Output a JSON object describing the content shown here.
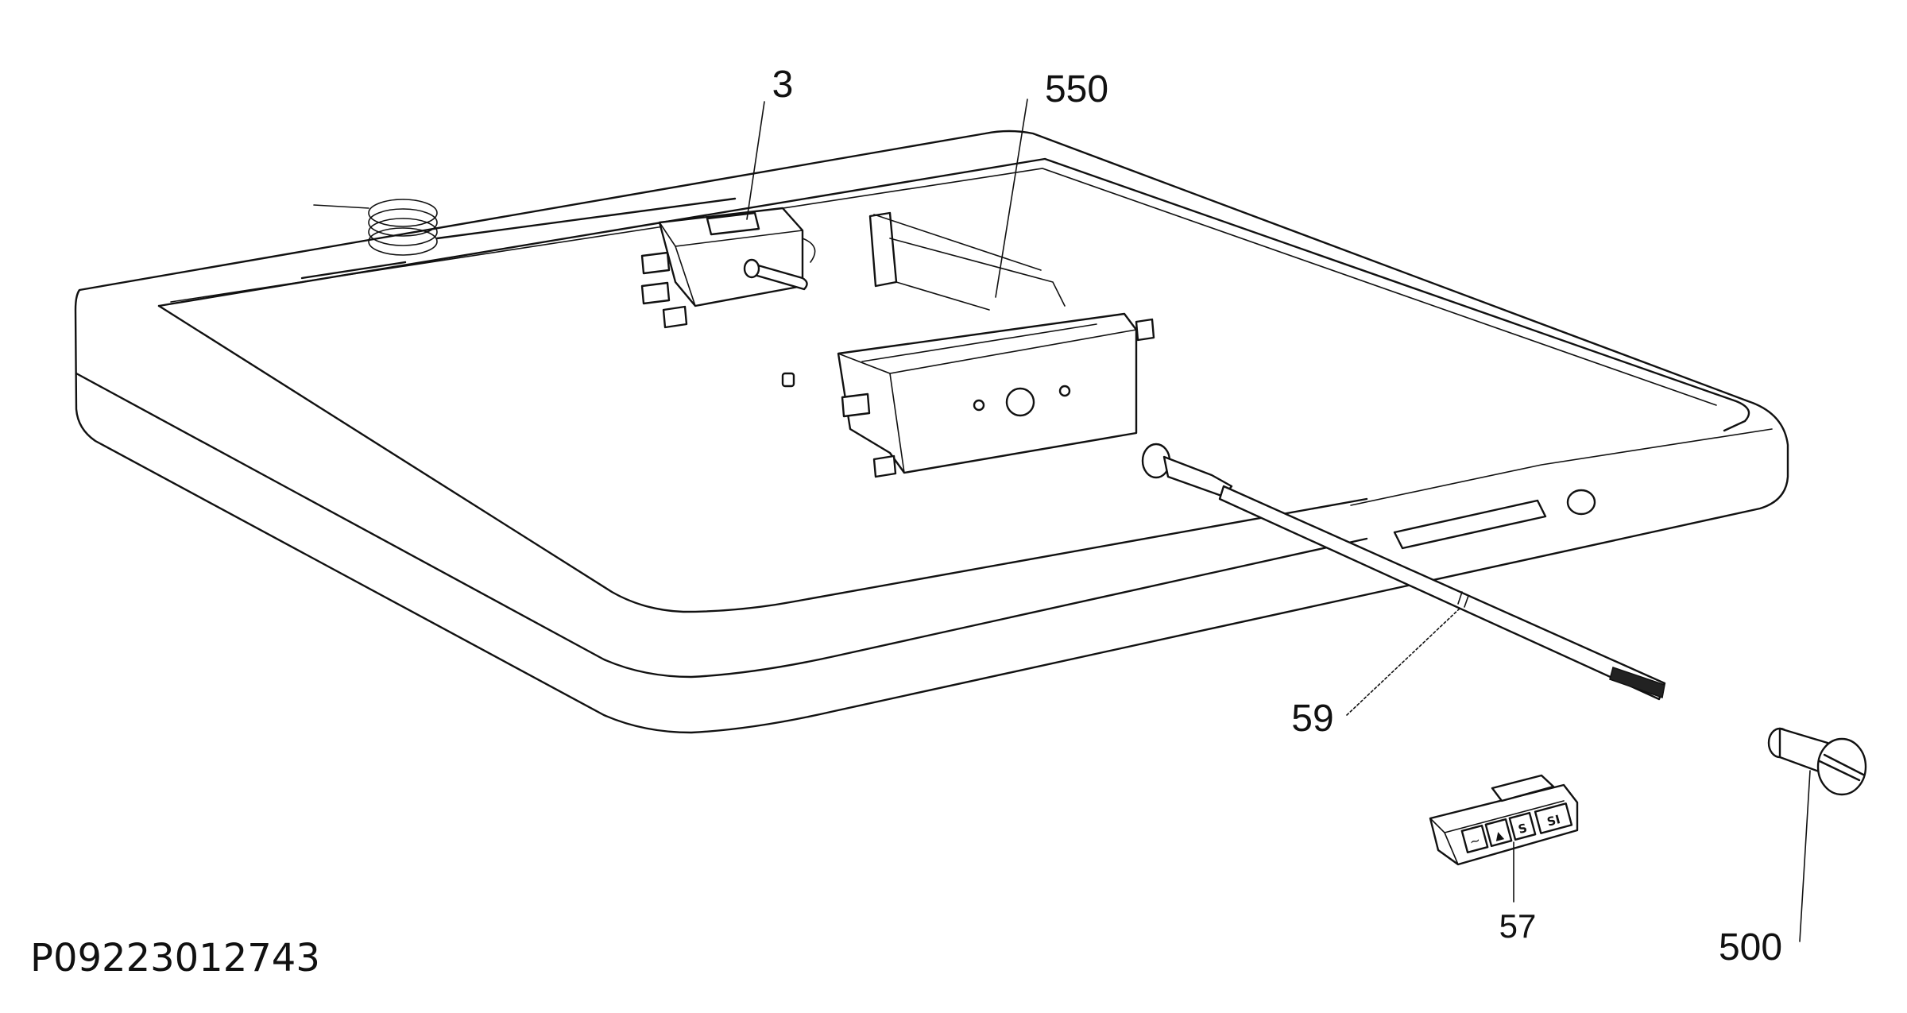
{
  "diagram": {
    "callouts": {
      "thermostat": "3",
      "housing": "550",
      "shaft": "59",
      "switch_panel": "57",
      "knob": "500"
    },
    "switch_symbols": [
      "~",
      "▲",
      "S",
      "SI"
    ],
    "drawing_code": "P09223012743"
  }
}
